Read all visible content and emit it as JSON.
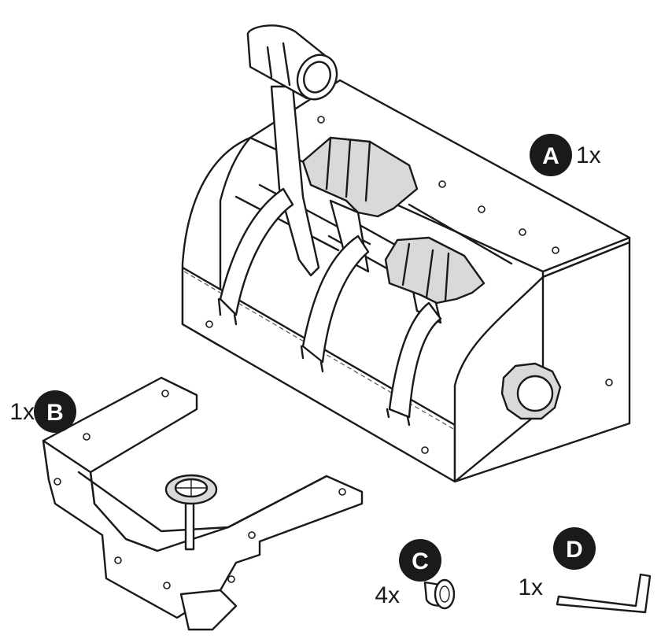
{
  "parts": [
    {
      "id": "A",
      "letter": "A",
      "quantity": "1x",
      "name": "throttle-quadrant"
    },
    {
      "id": "B",
      "letter": "B",
      "quantity": "1x",
      "name": "mounting-bracket"
    },
    {
      "id": "C",
      "letter": "C",
      "quantity": "4x",
      "name": "screw"
    },
    {
      "id": "D",
      "letter": "D",
      "quantity": "1x",
      "name": "hex-key"
    }
  ],
  "colors": {
    "badge": "#1a1a1a",
    "badge_text": "#ffffff",
    "line": "#1a1a1a",
    "grip": "#d9d9d9"
  }
}
